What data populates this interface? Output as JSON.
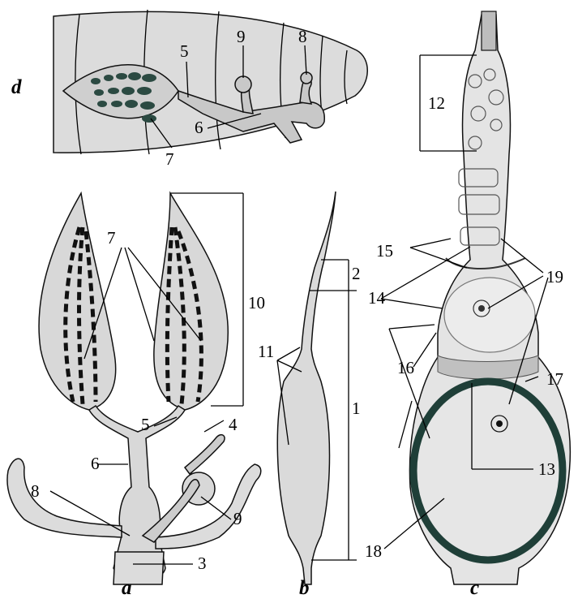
{
  "colors": {
    "organ_fill": "#dcdcdc",
    "outline": "#111111",
    "egg_shell": "#1f3f38",
    "ink": "#000000"
  },
  "panels": {
    "a": "a",
    "b": "b",
    "c": "c",
    "d": "d"
  },
  "labels": {
    "d": {
      "n5": "5",
      "n6": "6",
      "n7": "7",
      "n8": "8",
      "n9": "9"
    },
    "a": {
      "n3": "3",
      "n4": "4",
      "n5": "5",
      "n6": "6",
      "n7": "7",
      "n8": "8",
      "n9": "9",
      "n10": "10"
    },
    "b": {
      "n1": "1",
      "n2": "2",
      "n11": "11"
    },
    "c": {
      "n12": "12",
      "n13": "13",
      "n14": "14",
      "n15": "15",
      "n16": "16",
      "n17": "17",
      "n18": "18",
      "n19": "19"
    }
  },
  "icons": {
    "d": "insect-abdomen-with-ovaries",
    "a": "paired-ovaries-reproductive-system",
    "b": "single-ovariole",
    "c": "ovariole-section-with-oocytes"
  }
}
